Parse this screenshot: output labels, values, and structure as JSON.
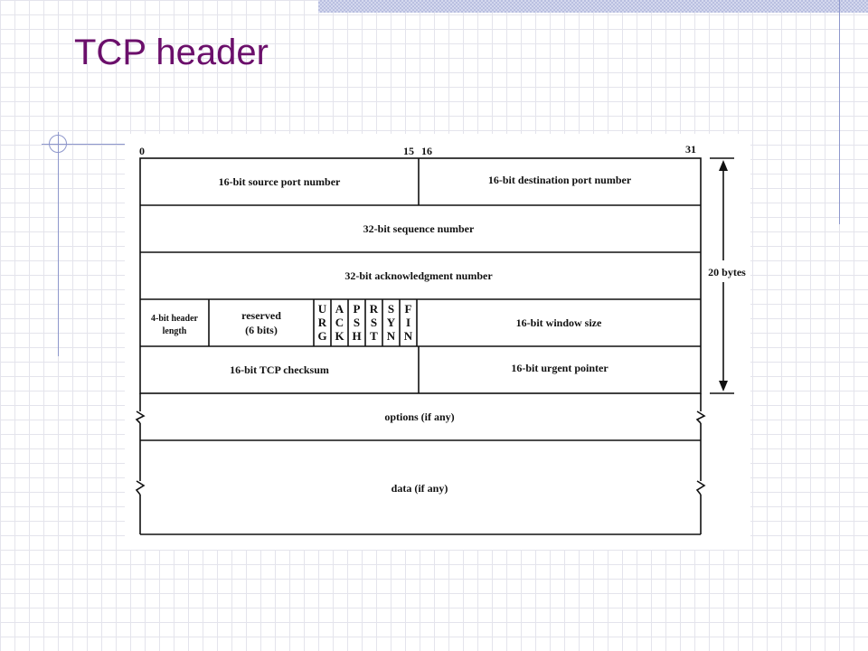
{
  "slide": {
    "title": "TCP header"
  },
  "diagram": {
    "bit_labels": {
      "start": "0",
      "mid_end": "15",
      "mid_start": "16",
      "end": "31"
    },
    "rows": {
      "source_port": "16-bit source port number",
      "destination_port": "16-bit destination port number",
      "sequence_number": "32-bit sequence number",
      "acknowledgment_number": "32-bit acknowledgment number",
      "header_length_line1": "4-bit header",
      "header_length_line2": "length",
      "reserved_line1": "reserved",
      "reserved_line2": "(6 bits)",
      "window_size": "16-bit window size",
      "checksum": "16-bit TCP checksum",
      "urgent_pointer": "16-bit urgent pointer",
      "options": "options (if any)",
      "data": "data (if any)"
    },
    "flags": {
      "urg": [
        "U",
        "R",
        "G"
      ],
      "ack": [
        "A",
        "C",
        "K"
      ],
      "psh": [
        "P",
        "S",
        "H"
      ],
      "rst": [
        "R",
        "S",
        "T"
      ],
      "syn": [
        "S",
        "Y",
        "N"
      ],
      "fin": [
        "F",
        "I",
        "N"
      ]
    },
    "size_label": "20 bytes"
  }
}
